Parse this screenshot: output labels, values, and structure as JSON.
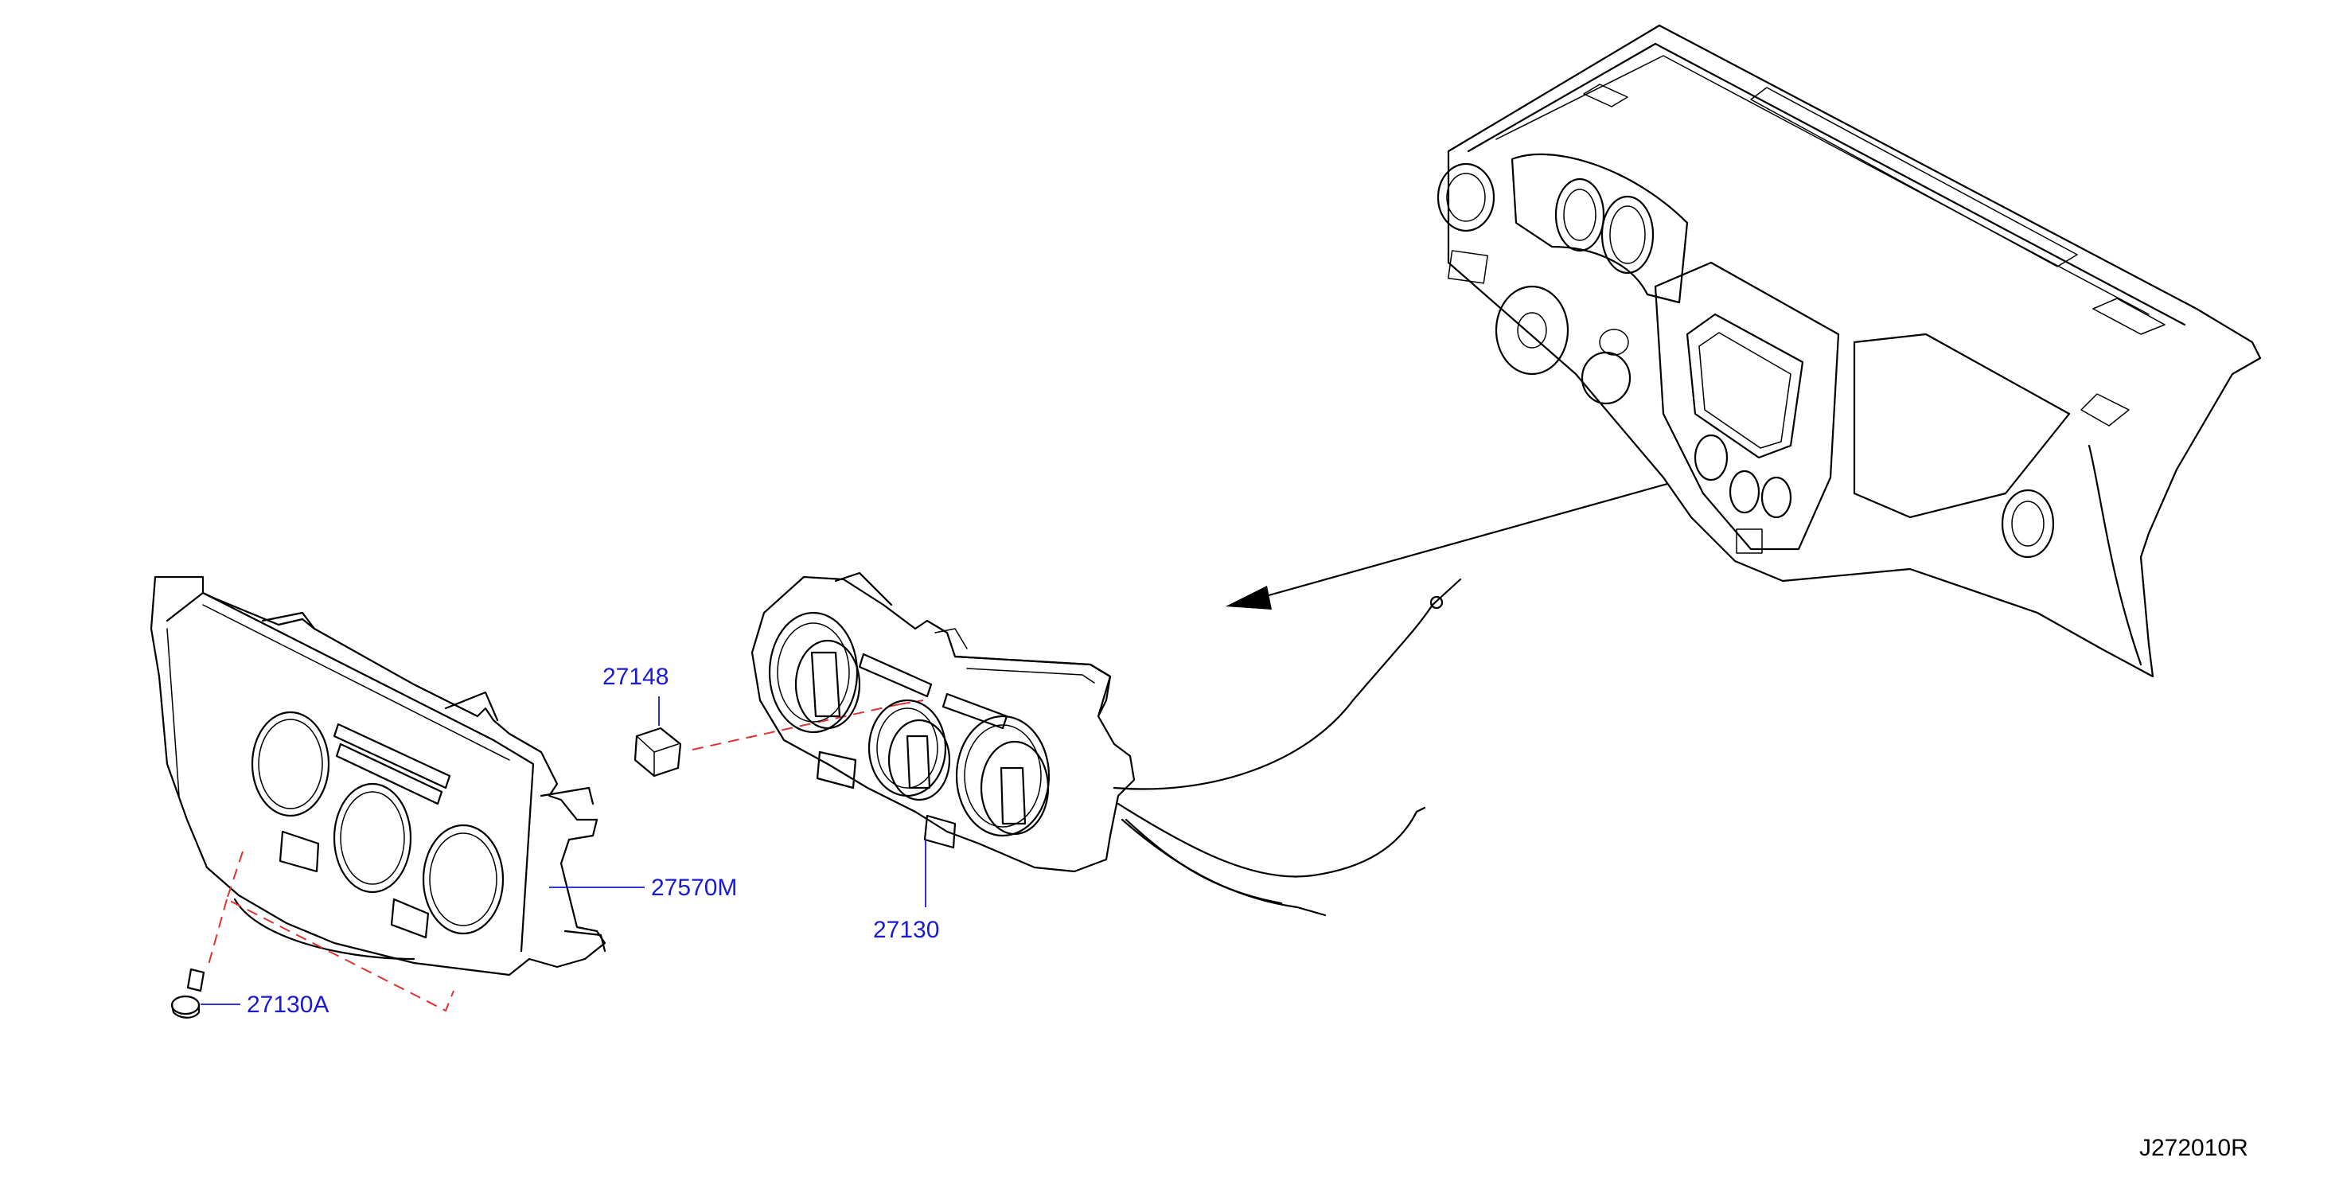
{
  "diagram_id": "J272010R",
  "callouts": {
    "c27148": "27148",
    "c27570M": "27570M",
    "c27130": "27130",
    "c27130A": "27130A"
  },
  "colors": {
    "label": "#1a1ad0",
    "dash": "#e03030",
    "line": "#000000"
  }
}
